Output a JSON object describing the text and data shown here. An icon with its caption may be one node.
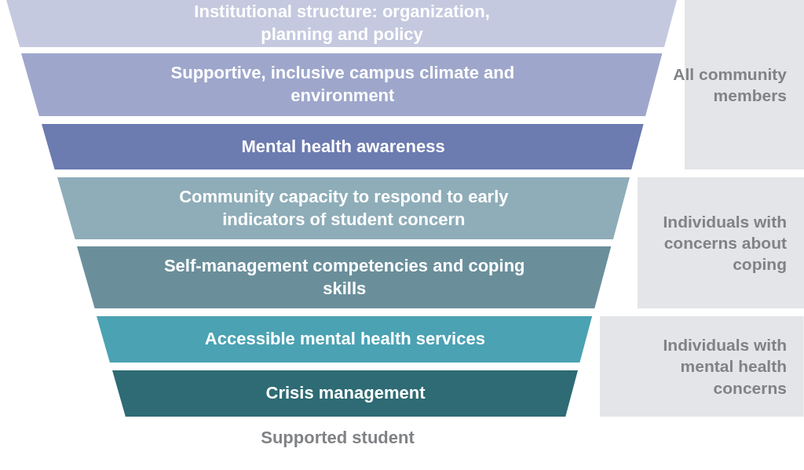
{
  "diagram": {
    "nodes": [
      {
        "text": [
          "Institutional structure: organization, planning and policy"
        ]
      },
      {
        "text": [
          "Supportive, inclusive campus climate and environment"
        ]
      },
      {
        "text": [
          "Mental health awareness"
        ]
      },
      {
        "text": [
          "Community capacity to respond to early indicators of student concern"
        ]
      },
      {
        "text": [
          "Self-management competencies and coping skills"
        ]
      },
      {
        "text": [
          "Accessible mental health services"
        ]
      },
      {
        "text": [
          "Crisis management"
        ]
      },
      {
        "text": [
          "All community members"
        ]
      },
      {
        "text": [
          "Individuals with concerns about coping"
        ]
      },
      {
        "text": [
          "Individuals with mental health concerns"
        ]
      }
    ],
    "labels": [
      "Supported student"
    ]
  }
}
